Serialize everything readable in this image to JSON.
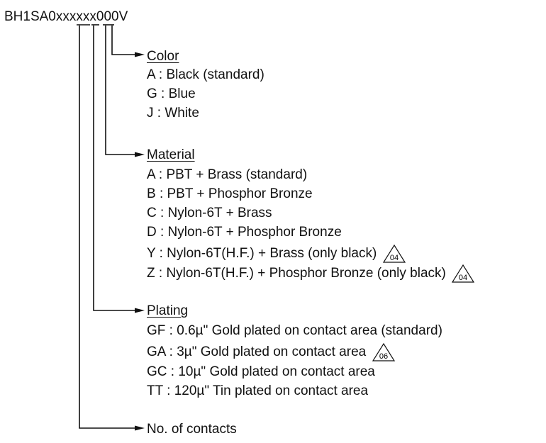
{
  "part_number": "BH1SA0xxxxxx000V",
  "sections": {
    "color": {
      "heading": "Color",
      "options": [
        "A : Black (standard)",
        "G : Blue",
        "J : White"
      ]
    },
    "material": {
      "heading": "Material",
      "options": [
        "A : PBT + Brass (standard)",
        "B : PBT + Phosphor Bronze",
        "C : Nylon-6T + Brass",
        "D : Nylon-6T + Phosphor Bronze",
        "Y : Nylon-6T(H.F.) + Brass (only black)",
        "Z : Nylon-6T(H.F.) + Phosphor Bronze (only black)"
      ]
    },
    "plating": {
      "heading": "Plating",
      "options": [
        "GF : 0.6µ\" Gold plated on contact area (standard)",
        "GA : 3µ\" Gold plated on contact area",
        "GC : 10µ\" Gold plated on contact area",
        "TT : 120µ\" Tin plated on contact area"
      ]
    },
    "contacts": {
      "label": "No. of contacts"
    }
  },
  "revision_marks": {
    "material_y": "04",
    "material_z": "04",
    "plating_ga": "06"
  }
}
